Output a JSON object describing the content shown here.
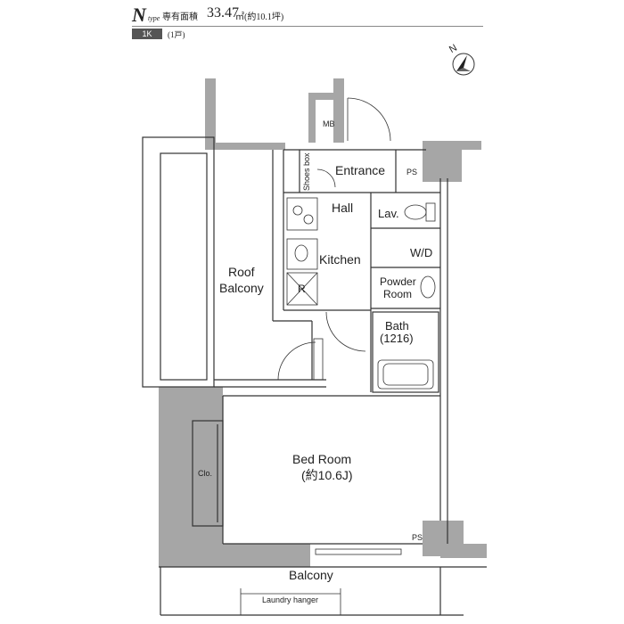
{
  "header": {
    "type_letter": "N",
    "type_word": "type",
    "area_label": "専有面積",
    "area_value": "33.47",
    "area_unit": "㎡(約10.1坪)",
    "layout": "1K",
    "units_count": "(1戸)"
  },
  "compass": {
    "label": "N"
  },
  "rooms": {
    "mb": "MB",
    "shoes_box": "Shoes box",
    "entrance": "Entrance",
    "ps_top": "PS",
    "hall": "Hall",
    "lav": "Lav.",
    "kitchen": "Kitchen",
    "wd": "W/D",
    "r": "R",
    "powder_room_1": "Powder",
    "powder_room_2": "Room",
    "roof_balcony_1": "Roof",
    "roof_balcony_2": "Balcony",
    "bath_1": "Bath",
    "bath_2": "(1216)",
    "bed_room_1": "Bed Room",
    "bed_room_2": "(約10.6J)",
    "clo": "Clo.",
    "ps_bottom": "PS",
    "balcony": "Balcony",
    "laundry_hanger": "Laundry hanger"
  },
  "colors": {
    "wall": "#a6a6a6",
    "line": "#333333",
    "badge": "#555555"
  }
}
